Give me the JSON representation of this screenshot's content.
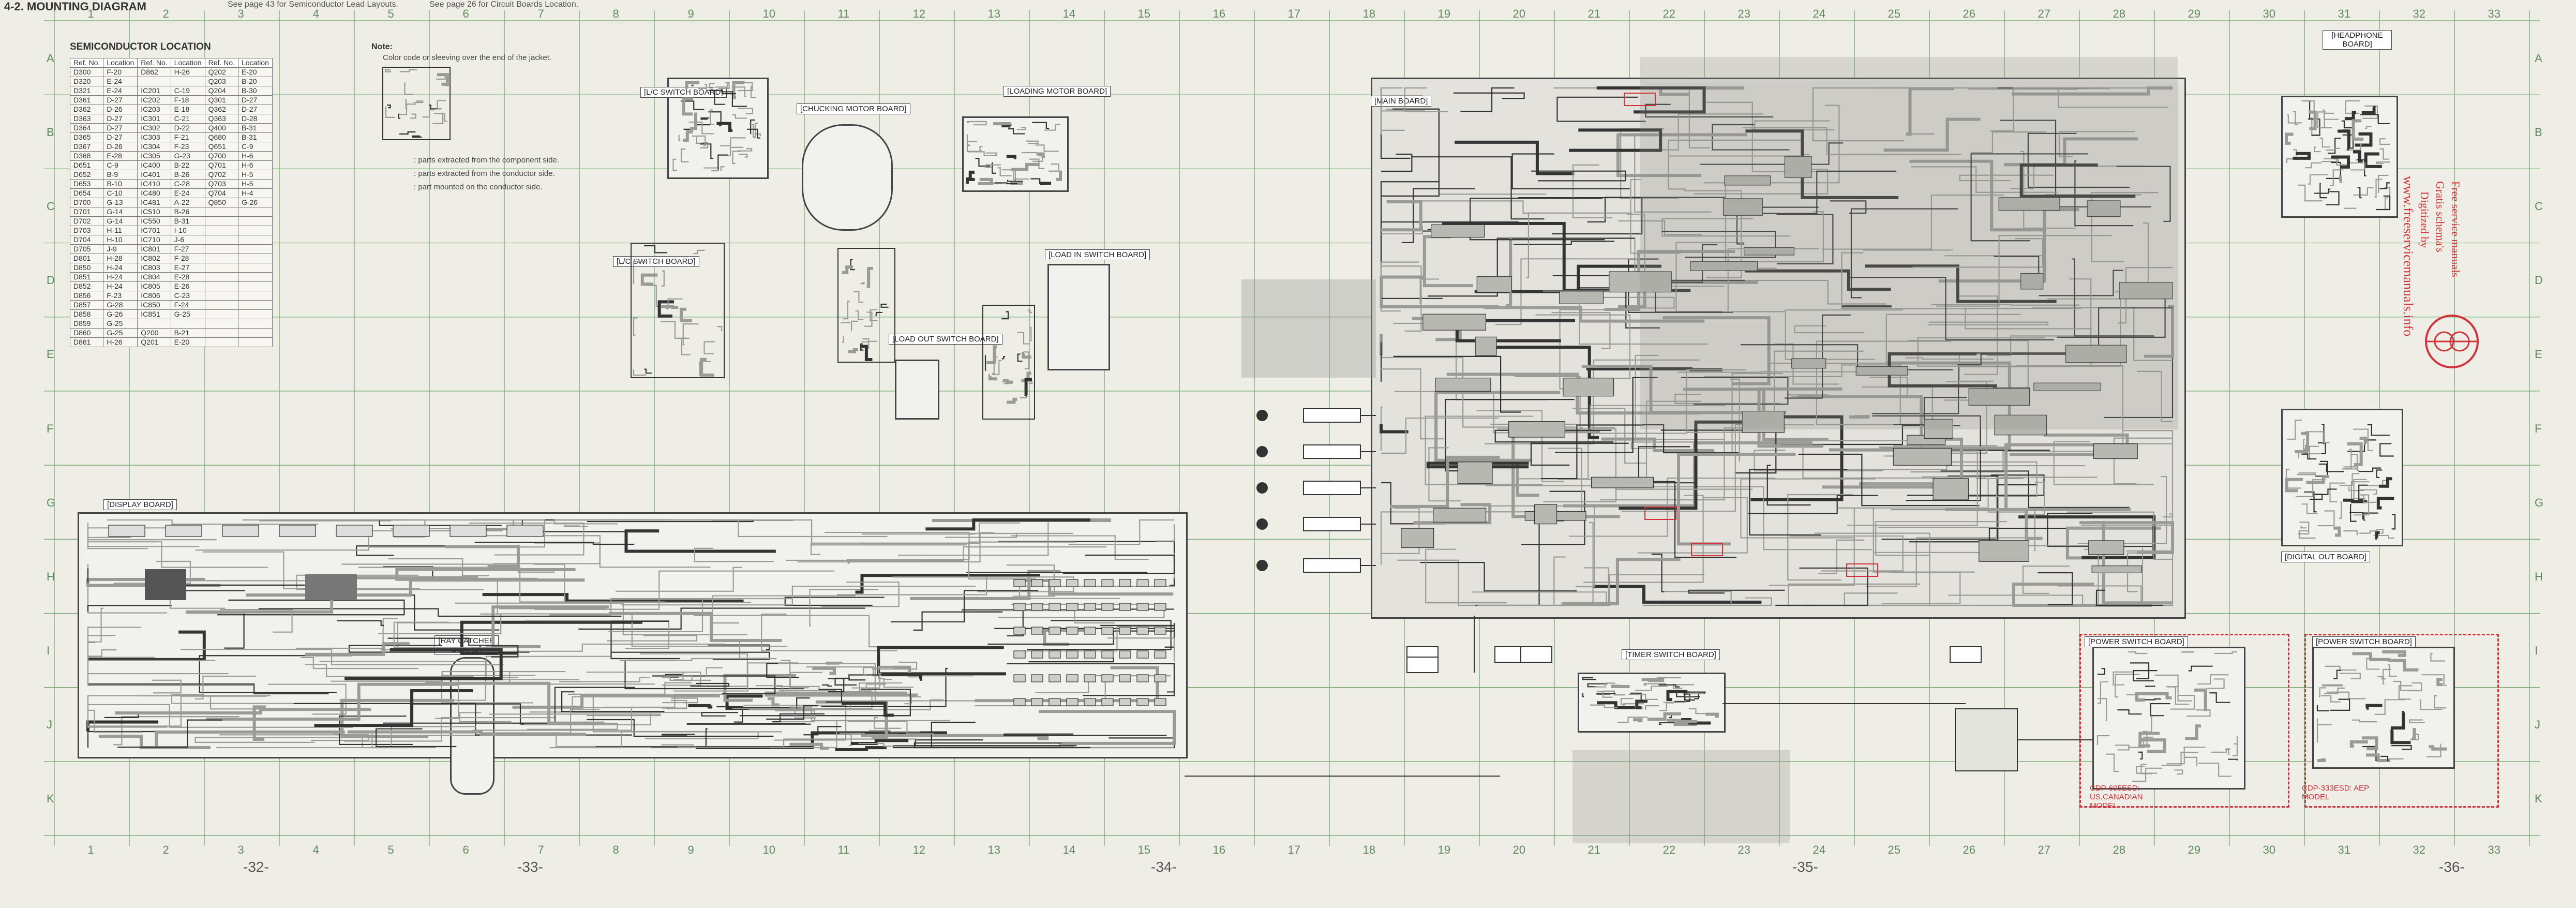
{
  "header": {
    "section": "4-2. MOUNTING DIAGRAM",
    "see_note_left": "See page 43 for Semiconductor Lead Layouts.",
    "see_note_right": "See page 26 for Circuit Boards Location."
  },
  "semiconductor": {
    "title": "SEMICONDUCTOR LOCATION",
    "columns": [
      "Ref. No.",
      "Location",
      "Ref. No.",
      "Location",
      "Ref. No.",
      "Location"
    ],
    "col1": [
      [
        "D300",
        "F-20"
      ],
      [
        "D320",
        "E-24"
      ],
      [
        "D321",
        "E-24"
      ],
      [
        "D361",
        "D-27"
      ],
      [
        "D362",
        "D-26"
      ],
      [
        "D363",
        "D-27"
      ],
      [
        "D364",
        "D-27"
      ],
      [
        "D365",
        "D-27"
      ],
      [
        "D367",
        "D-26"
      ],
      [
        "D368",
        "E-28"
      ],
      [
        "D651",
        "C-9"
      ],
      [
        "D652",
        "B-9"
      ],
      [
        "D653",
        "B-10"
      ],
      [
        "D654",
        "C-10"
      ],
      [
        "D700",
        "G-13"
      ],
      [
        "D701",
        "G-14"
      ],
      [
        "D702",
        "G-14"
      ],
      [
        "D703",
        "H-11"
      ],
      [
        "D704",
        "H-10"
      ],
      [
        "D705",
        "J-9"
      ],
      [
        "D801",
        "H-28"
      ],
      [
        "D850",
        "H-24"
      ],
      [
        "D851",
        "H-24"
      ],
      [
        "D852",
        "H-24"
      ],
      [
        "D856",
        "F-23"
      ],
      [
        "D857",
        "G-28"
      ],
      [
        "D858",
        "G-26"
      ],
      [
        "D859",
        "G-25"
      ],
      [
        "D860",
        "G-25"
      ],
      [
        "D861",
        "H-26"
      ]
    ],
    "col2": [
      [
        "D862",
        "H-26"
      ],
      [
        "",
        ""
      ],
      [
        "IC201",
        "C-19"
      ],
      [
        "IC202",
        "F-18"
      ],
      [
        "IC203",
        "E-18"
      ],
      [
        "IC301",
        "C-21"
      ],
      [
        "IC302",
        "D-22"
      ],
      [
        "IC303",
        "F-21"
      ],
      [
        "IC304",
        "F-23"
      ],
      [
        "IC305",
        "G-23"
      ],
      [
        "IC400",
        "B-22"
      ],
      [
        "IC401",
        "B-26"
      ],
      [
        "IC410",
        "C-28"
      ],
      [
        "IC480",
        "E-24"
      ],
      [
        "IC481",
        "A-22"
      ],
      [
        "IC510",
        "B-26"
      ],
      [
        "IC550",
        "B-31"
      ],
      [
        "IC701",
        "I-10"
      ],
      [
        "IC710",
        "J-6"
      ],
      [
        "IC801",
        "F-27"
      ],
      [
        "IC802",
        "F-28"
      ],
      [
        "IC803",
        "E-27"
      ],
      [
        "IC804",
        "E-28"
      ],
      [
        "IC805",
        "E-26"
      ],
      [
        "IC806",
        "C-23"
      ],
      [
        "IC850",
        "F-24"
      ],
      [
        "IC851",
        "G-25"
      ],
      [
        "",
        ""
      ],
      [
        "Q200",
        "B-21"
      ],
      [
        "Q201",
        "E-20"
      ]
    ],
    "col3": [
      [
        "Q202",
        "E-20"
      ],
      [
        "Q203",
        "B-20"
      ],
      [
        "Q204",
        "B-30"
      ],
      [
        "Q301",
        "D-27"
      ],
      [
        "Q362",
        "D-27"
      ],
      [
        "Q363",
        "D-28"
      ],
      [
        "Q400",
        "B-31"
      ],
      [
        "Q680",
        "B-31"
      ],
      [
        "Q651",
        "C-9"
      ],
      [
        "Q700",
        "H-6"
      ],
      [
        "Q701",
        "H-6"
      ],
      [
        "Q702",
        "H-5"
      ],
      [
        "Q703",
        "H-5"
      ],
      [
        "Q704",
        "H-4"
      ],
      [
        "Q850",
        "G-26"
      ]
    ]
  },
  "notes": {
    "title": "Note:",
    "line1": "Color code or sleeving over the end of the jacket.",
    "line2": ": parts extracted from the component side.",
    "line3": ": parts extracted from the conductor side.",
    "line4": ": part mounted on the conductor side."
  },
  "boards": {
    "lc_switch": "[L/C SWITCH BOARD]",
    "chucking_motor": "[CHUCKING MOTOR BOARD]",
    "loading_motor": "[LOADING MOTOR BOARD]",
    "lc_switch2": "[L/C SWITCH BOARD]",
    "load_in": "[LOAD IN SWITCH BOARD]",
    "load_out": "[LOAD OUT SWITCH BOARD]",
    "main": "[MAIN BOARD]",
    "headphone": "[HEADPHONE BOARD]",
    "digital_out": "[DIGITAL OUT BOARD]",
    "display": "[DISPLAY BOARD]",
    "ray_catcher": "[RAY CATCHER BOARD]",
    "timer_switch": "[TIMER SWITCH BOARD]",
    "power_us": "[POWER SWITCH BOARD]",
    "power_aep": "[POWER SWITCH BOARD]"
  },
  "models": {
    "us": "CDP-605ESD: US,CANADIAN MODEL",
    "aep": "CDP-333ESD: AEP MODEL"
  },
  "watermark": {
    "l1": "Free service manuals",
    "l2": "Gratis schema's",
    "l3": "Digitized by",
    "l4": "www.freeservicemanuals.info"
  },
  "grid_top": [
    "1",
    "2",
    "3",
    "4",
    "5",
    "6",
    "7",
    "8",
    "9",
    "10",
    "11",
    "12",
    "13",
    "14",
    "15",
    "16",
    "17",
    "18",
    "19",
    "20",
    "21",
    "22",
    "23",
    "24",
    "25",
    "26",
    "27",
    "28",
    "29",
    "30",
    "31",
    "32",
    "33"
  ],
  "grid_left": [
    "A",
    "B",
    "C",
    "D",
    "E",
    "F",
    "G",
    "H",
    "I",
    "J",
    "K"
  ],
  "pages": [
    "-32-",
    "-33-",
    "-34-",
    "-35-",
    "-36-"
  ],
  "colors": {
    "paper": "#efeee6",
    "grid": "#6aa36a",
    "ink": "#333333",
    "red": "#d4323b",
    "copper": "#9a9a96"
  }
}
